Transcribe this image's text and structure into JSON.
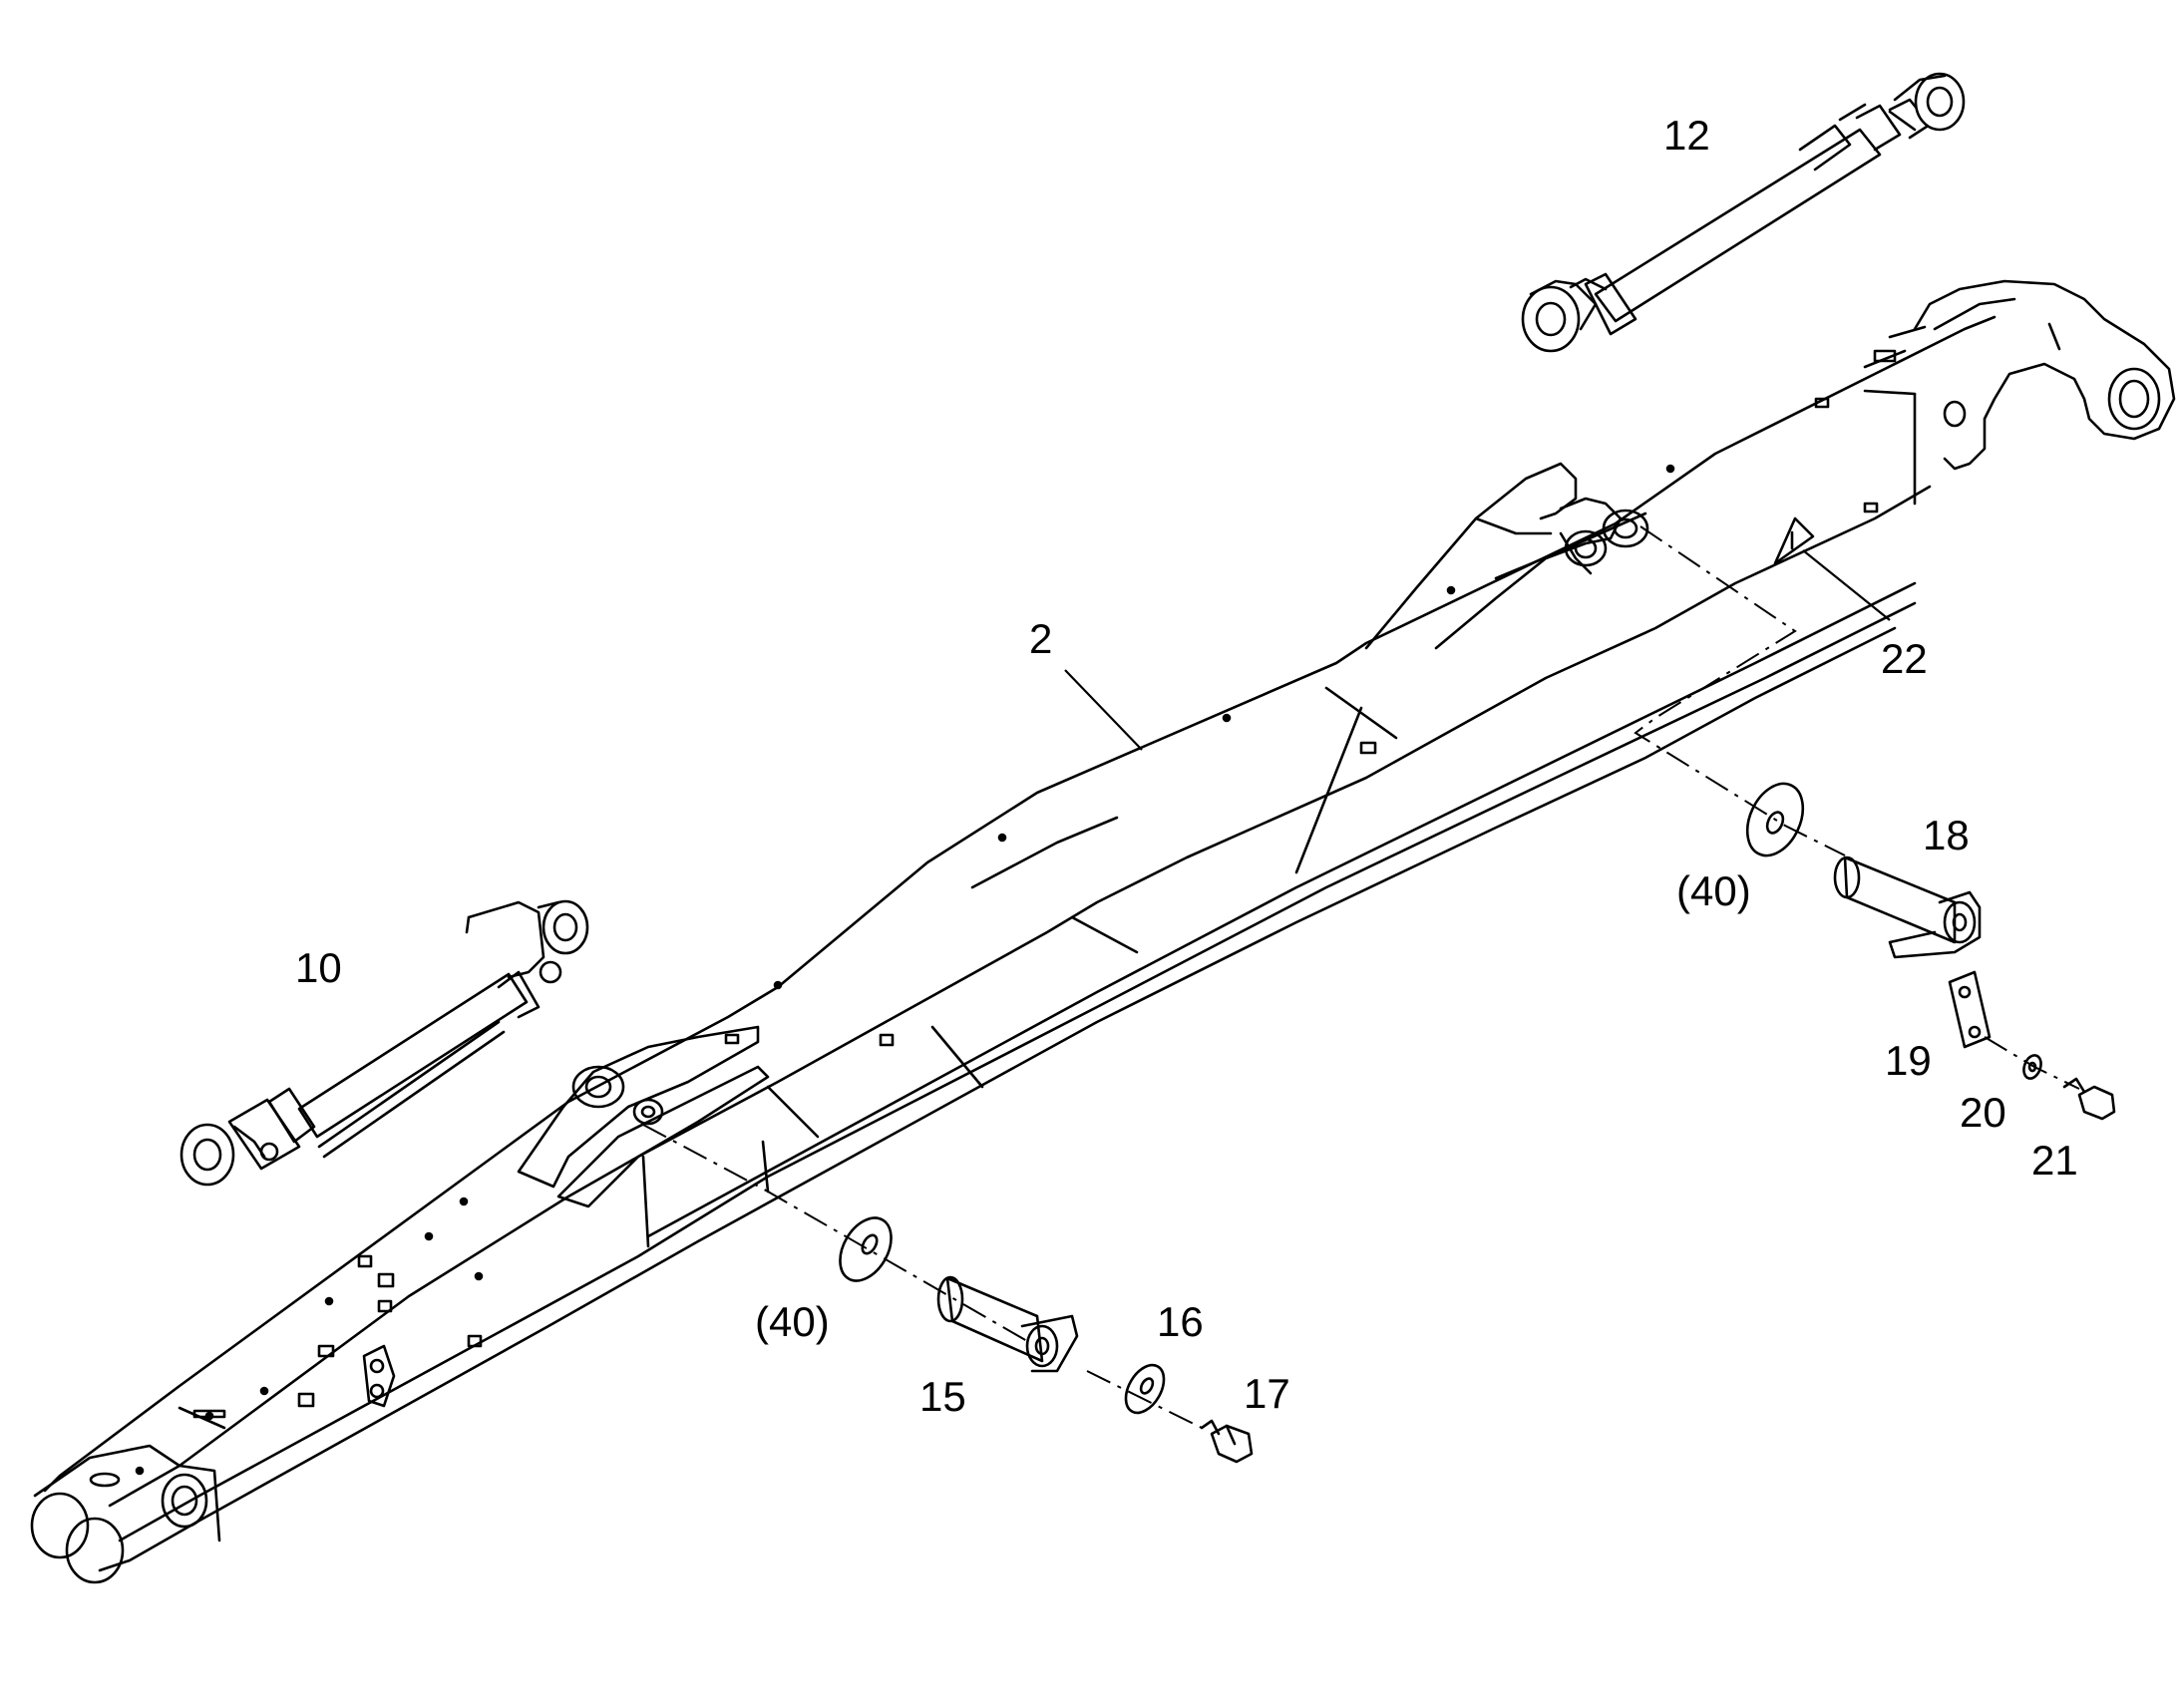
{
  "callouts": {
    "c2": "2",
    "c10": "10",
    "c12": "12",
    "c15": "15",
    "c16": "16",
    "c17": "17",
    "c18": "18",
    "c19": "19",
    "c20": "20",
    "c21": "21",
    "c22": "22",
    "c40a": "(40)",
    "c40b": "(40)"
  },
  "icons": {
    "warning": "warning-triangle-icon"
  },
  "colors": {
    "line": "#000000",
    "background": "#ffffff"
  }
}
